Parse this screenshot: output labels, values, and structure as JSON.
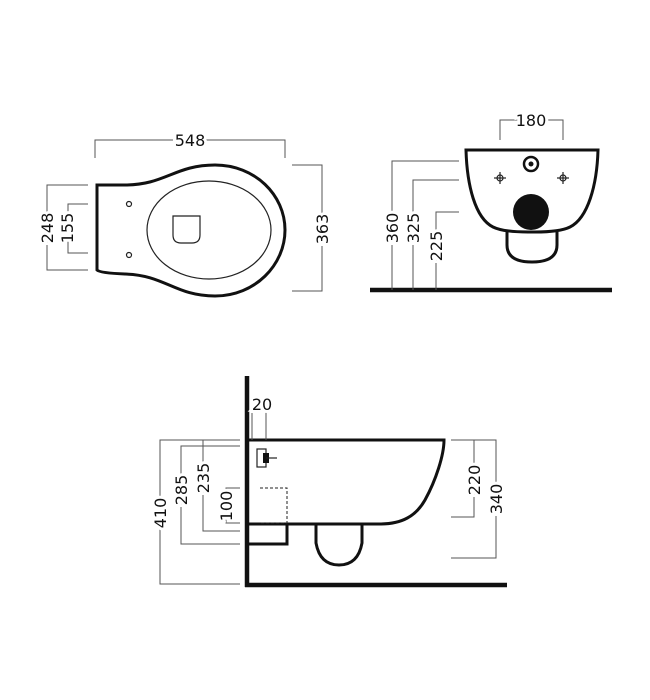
{
  "top_view": {
    "width_548": "548",
    "height_248": "248",
    "height_155": "155",
    "depth_363": "363"
  },
  "front_view": {
    "width_180": "180",
    "height_360": "360",
    "height_325": "325",
    "height_225": "225"
  },
  "side_view": {
    "wall_20": "20",
    "height_410": "410",
    "height_285": "285",
    "height_235": "235",
    "height_100": "100",
    "height_220": "220",
    "height_340": "340"
  }
}
